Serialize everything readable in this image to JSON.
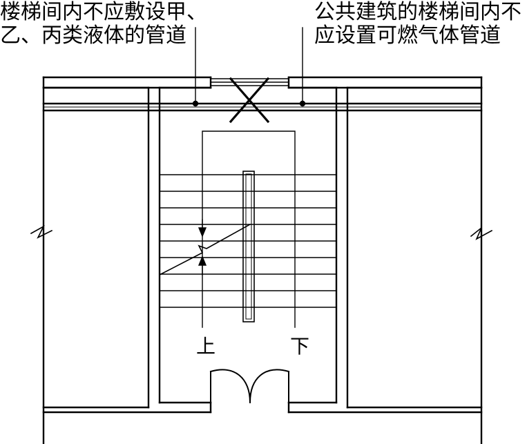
{
  "notes": {
    "left_line1": "楼梯间内不应敷设甲、",
    "left_line2": "乙、丙类液体的管道",
    "right_line1": "公共建筑的楼梯间内不",
    "right_line2": "应设置可燃气体管道"
  },
  "stair": {
    "up_label": "上",
    "down_label": "下"
  },
  "colors": {
    "line": "#000000",
    "background": "#ffffff"
  }
}
